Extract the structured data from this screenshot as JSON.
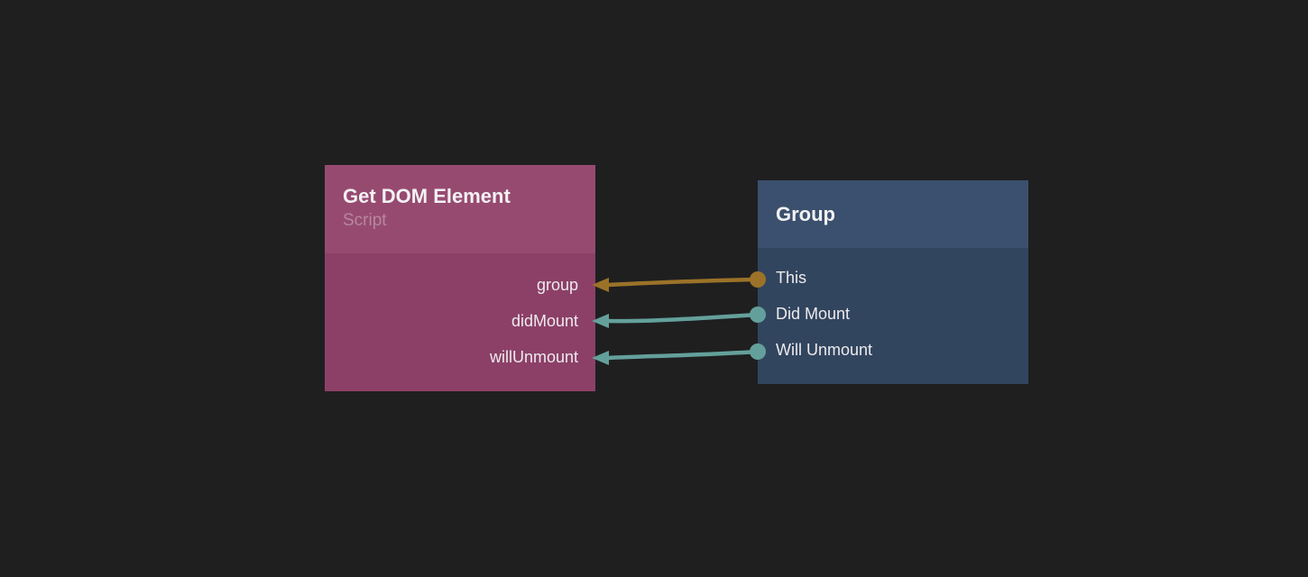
{
  "canvas": {
    "background_color": "#1f1f20"
  },
  "nodes": {
    "get_dom_element": {
      "title": "Get DOM Element",
      "subtitle": "Script",
      "header_color": "#974a70",
      "body_color": "#8c4068",
      "ports": [
        {
          "label": "group",
          "color": "#9b7228"
        },
        {
          "label": "didMount",
          "color": "#64a09b"
        },
        {
          "label": "willUnmount",
          "color": "#64a09b"
        }
      ]
    },
    "group": {
      "title": "Group",
      "header_color": "#3b506e",
      "body_color": "#32455f",
      "ports": [
        {
          "label": "This",
          "color": "#9b7228"
        },
        {
          "label": "Did Mount",
          "color": "#64a09b"
        },
        {
          "label": "Will Unmount",
          "color": "#64a09b"
        }
      ]
    }
  },
  "wires": [
    {
      "from": "Group.This",
      "to": "Get DOM Element.group",
      "color": "#9b7228"
    },
    {
      "from": "Group.Did Mount",
      "to": "Get DOM Element.didMount",
      "color": "#64a09b"
    },
    {
      "from": "Group.Will Unmount",
      "to": "Get DOM Element.willUnmount",
      "color": "#64a09b"
    }
  ]
}
